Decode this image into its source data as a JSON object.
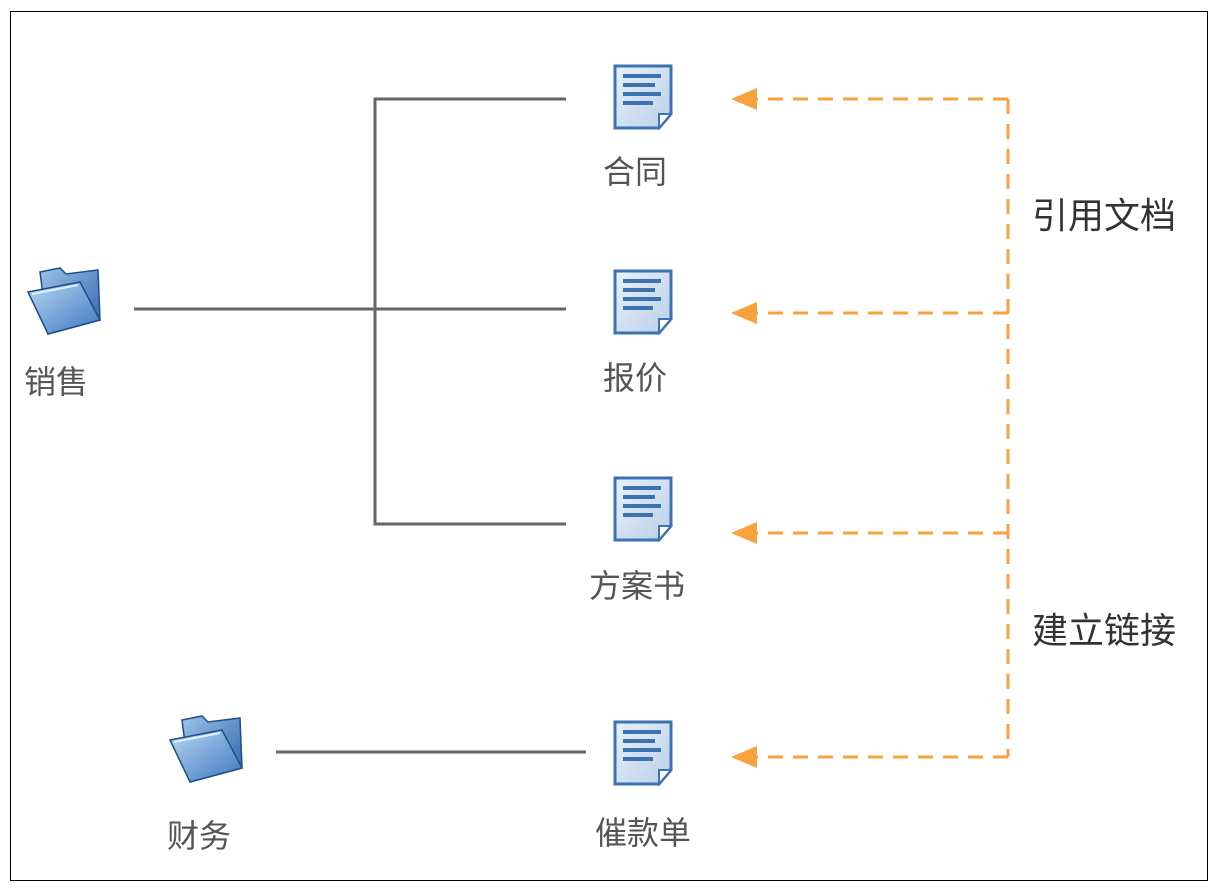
{
  "folders": [
    {
      "id": "sales",
      "label": "销售",
      "icon": "folder-icon"
    },
    {
      "id": "finance",
      "label": "财务",
      "icon": "folder-icon"
    }
  ],
  "documents": [
    {
      "id": "contract",
      "label": "合同",
      "icon": "document-icon"
    },
    {
      "id": "quote",
      "label": "报价",
      "icon": "document-icon"
    },
    {
      "id": "proposal",
      "label": "方案书",
      "icon": "document-icon"
    },
    {
      "id": "dunning",
      "label": "催款单",
      "icon": "document-icon"
    }
  ],
  "annotations": {
    "reference": "引用文档",
    "link": "建立链接"
  },
  "colors": {
    "tree_line": "#666666",
    "dashed_arrow": "#f7a23c",
    "folder_blue": "#3a78b8",
    "doc_blue": "#3c72b0"
  }
}
